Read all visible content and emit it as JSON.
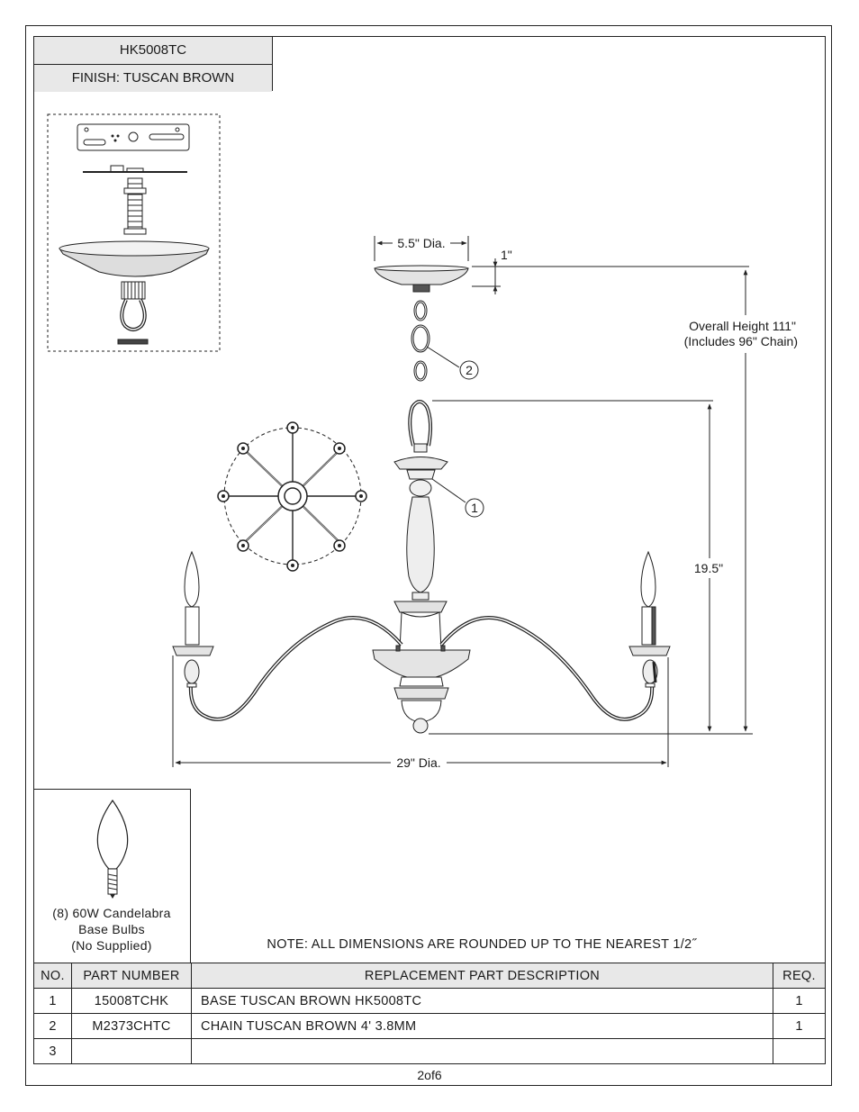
{
  "header": {
    "model": "HK5008TC",
    "finish": "FINISH: TUSCAN BROWN"
  },
  "dimensions": {
    "canopy_dia": "5.5\" Dia.",
    "canopy_height": "1\"",
    "overall_height_line1": "Overall Height 111\"",
    "overall_height_line2": "(Includes 96\" Chain)",
    "body_height": "19.5\"",
    "width": "29\" Dia."
  },
  "callouts": {
    "one": "1",
    "two": "2"
  },
  "bulb": {
    "line1": "(8) 60W Candelabra",
    "line2": "Base Bulbs",
    "line3": "(No Supplied)"
  },
  "note": "NOTE:  ALL DIMENSIONS ARE ROUNDED UP TO THE NEAREST  1/2˝",
  "table": {
    "headers": {
      "no": "NO.",
      "part": "PART NUMBER",
      "desc": "REPLACEMENT PART DESCRIPTION",
      "req": "REQ."
    },
    "rows": [
      {
        "no": "1",
        "part": "15008TCHK",
        "desc": "BASE TUSCAN BROWN HK5008TC",
        "req": "1"
      },
      {
        "no": "2",
        "part": "M2373CHTC",
        "desc": "CHAIN TUSCAN BROWN 4' 3.8MM",
        "req": "1"
      },
      {
        "no": "3",
        "part": "",
        "desc": "",
        "req": ""
      }
    ]
  },
  "footer": "2of6"
}
